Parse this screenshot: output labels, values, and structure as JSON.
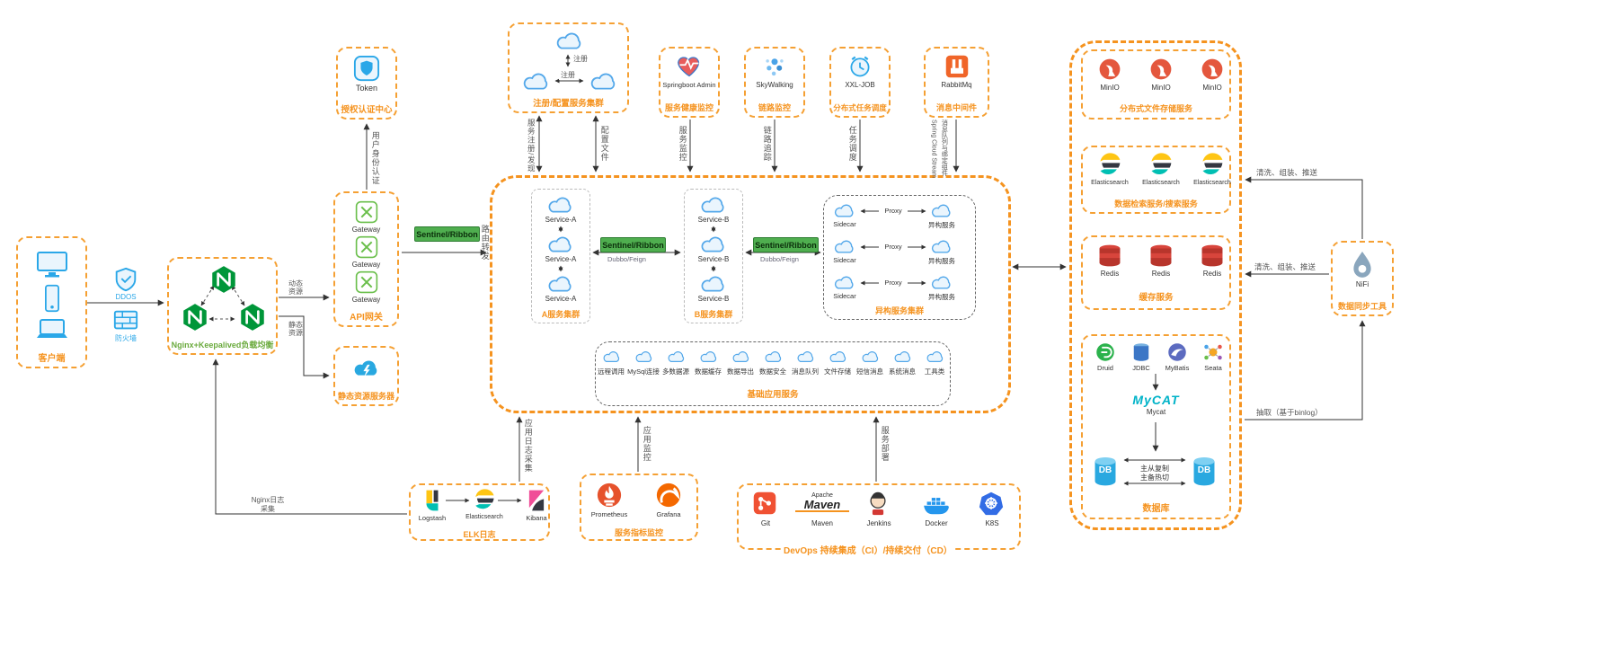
{
  "client": {
    "label": "客户端"
  },
  "security": {
    "ddos": "DDOS",
    "firewall": "防火墙"
  },
  "nginx": {
    "label": "Nginx+Keepalived负载均衡"
  },
  "auth": {
    "name": "Token",
    "label": "授权认证中心"
  },
  "gateway": {
    "item": "Gateway",
    "label": "API网关"
  },
  "static_server": {
    "label": "静态资源服务器"
  },
  "registry": {
    "label": "注册/配置服务集群",
    "register": "注册"
  },
  "badge": {
    "sentinel": "Sentinel/Ribbon",
    "rpc": "Dubbo/Feign",
    "proxy": "Proxy"
  },
  "top_services": [
    {
      "name": "Springboot Admin",
      "label": "服务健康监控"
    },
    {
      "name": "SkyWalking",
      "label": "链路监控"
    },
    {
      "name": "XXL-JOB",
      "label": "分布式任务调度"
    },
    {
      "name": "RabbitMq",
      "label": "消息中间件"
    }
  ],
  "core": {
    "cluster_a": {
      "item": "Service-A",
      "label": "A服务集群"
    },
    "cluster_b": {
      "item": "Service-B",
      "label": "B服务集群"
    },
    "hetero": {
      "sidecar": "Sidecar",
      "service": "异构服务",
      "label": "异构服务集群"
    },
    "base": {
      "label": "基础应用服务",
      "items": [
        "远程调用",
        "MySql连接",
        "多数据源",
        "数据缓存",
        "数据导出",
        "数据安全",
        "消息队列",
        "文件存储",
        "短信消息",
        "系统消息",
        "工具类"
      ]
    }
  },
  "storage": {
    "minio": {
      "item": "MinIO",
      "label": "分布式文件存储服务"
    },
    "es": {
      "item": "Elasticsearch",
      "label": "数据检索服务/搜索服务"
    },
    "redis": {
      "item": "Redis",
      "label": "缓存服务"
    },
    "db": {
      "drivers": [
        "Druid",
        "JDBC",
        "MyBatis",
        "Seata"
      ],
      "mycat_logo": "MyCAT",
      "mycat": "Mycat",
      "cylinder": "DB",
      "replication": "主从复制",
      "failover": "主备热切",
      "label": "数据库"
    }
  },
  "nifi": {
    "name": "NiFi",
    "label": "数据同步工具"
  },
  "elk": {
    "items": [
      "Logstash",
      "Elasticsearch",
      "Kibana"
    ],
    "label": "ELK日志"
  },
  "metrics": {
    "items": [
      "Prometheus",
      "Grafana"
    ],
    "label": "服务指标监控"
  },
  "devops": {
    "brand_top": "Apache",
    "brand_bottom": "Maven",
    "items": [
      "Git",
      "Maven",
      "Jenkins",
      "Docker",
      "K8S"
    ],
    "label": "DevOps 持续集成（CI）/持续交付（CD）"
  },
  "flows": {
    "auth": "用户身份认证",
    "dynamic": "动态资源",
    "static": "静态资源",
    "route": "路由转发",
    "registry_discovery": "服务注册/发现",
    "config": "配置文件",
    "monitor": "服务监控",
    "trace": "链路追踪",
    "job": "任务调度",
    "stream_line1": "Spring Cloud Stream",
    "stream_line2": "消息队列与绑定组件",
    "clean": "清洗、组装、推送",
    "extract": "抽取（基于binlog）",
    "app_log": "应用日志采集",
    "app_monitor": "应用监控",
    "deploy": "服务部署",
    "nginx_log": "Nginx日志采集"
  }
}
